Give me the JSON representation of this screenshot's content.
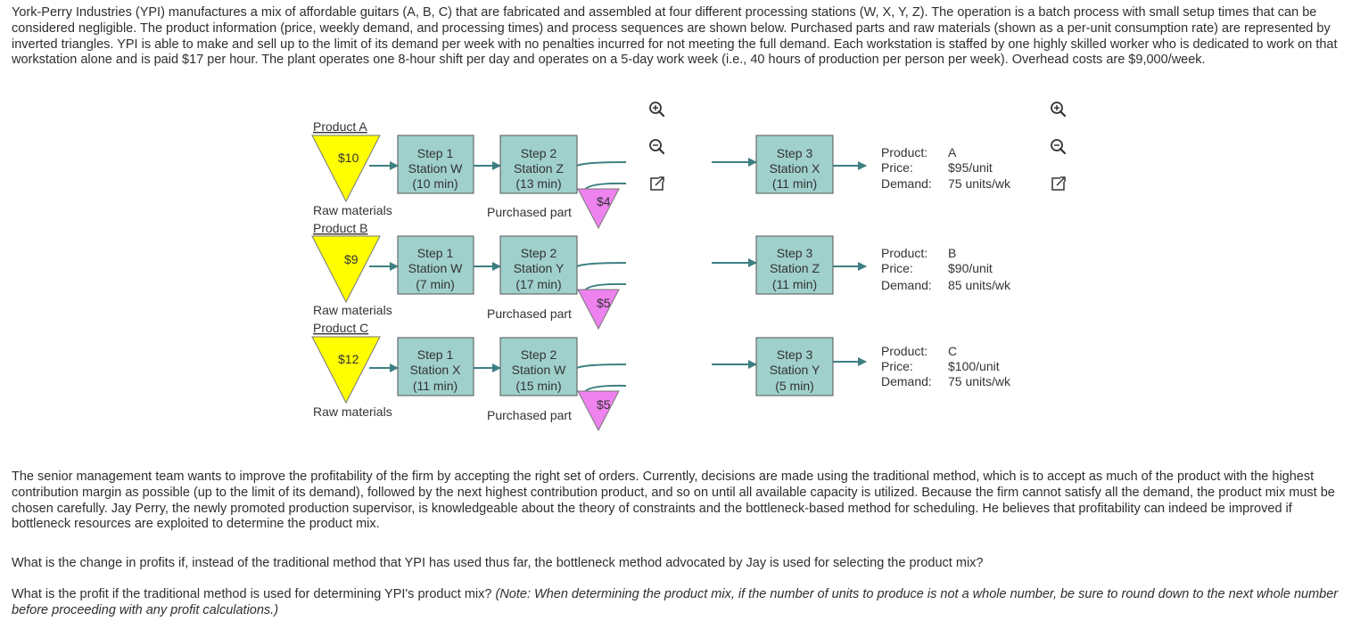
{
  "intro": "York-Perry Industries (YPI) manufactures a mix of affordable guitars (A, B, C) that are fabricated and assembled at four different processing stations (W, X, Y, Z). The operation is a batch process with small setup times that can be considered negligible. The product information (price, weekly demand, and processing times) and process sequences are shown below. Purchased parts and raw materials (shown as a per-unit consumption rate) are represented by inverted triangles. YPI is able to make and sell up to the limit of its demand per week with no penalties incurred for not meeting the full demand. Each workstation is staffed by one highly skilled worker who is dedicated to work on that workstation alone and is paid $17 per hour. The plant operates one 8-hour shift per day and operates on a 5-day work week (i.e., 40 hours of production per person per week). Overhead costs are $9,000/week.",
  "products": [
    {
      "label": "Product A",
      "raw_cost": "$10",
      "raw_label": "Raw materials",
      "step1": {
        "line1": "Step 1",
        "line2": "Station W",
        "line3": "(10 min)"
      },
      "step2": {
        "line1": "Step 2",
        "line2": "Station Z",
        "line3": "(13 min)"
      },
      "part_cost": "$4",
      "part_label": "Purchased part",
      "step3": {
        "line1": "Step 3",
        "line2": "Station X",
        "line3": "(11 min)"
      },
      "info": {
        "product_key": "Product:",
        "product": "A",
        "price_key": "Price:",
        "price": "$95/unit",
        "demand_key": "Demand:",
        "demand": "75 units/wk"
      }
    },
    {
      "label": "Product B",
      "raw_cost": "$9",
      "raw_label": "Raw materials",
      "step1": {
        "line1": "Step 1",
        "line2": "Station W",
        "line3": "(7 min)"
      },
      "step2": {
        "line1": "Step 2",
        "line2": "Station Y",
        "line3": "(17 min)"
      },
      "part_cost": "$5",
      "part_label": "Purchased part",
      "step3": {
        "line1": "Step 3",
        "line2": "Station Z",
        "line3": "(11 min)"
      },
      "info": {
        "product_key": "Product:",
        "product": "B",
        "price_key": "Price:",
        "price": "$90/unit",
        "demand_key": "Demand:",
        "demand": "85 units/wk"
      }
    },
    {
      "label": "Product C",
      "raw_cost": "$12",
      "raw_label": "Raw materials",
      "step1": {
        "line1": "Step 1",
        "line2": "Station X",
        "line3": "(11 min)"
      },
      "step2": {
        "line1": "Step 2",
        "line2": "Station W",
        "line3": "(15 min)"
      },
      "part_cost": "$5",
      "part_label": "Purchased part",
      "step3": {
        "line1": "Step 3",
        "line2": "Station Y",
        "line3": "(5 min)"
      },
      "info": {
        "product_key": "Product:",
        "product": "C",
        "price_key": "Price:",
        "price": "$100/unit",
        "demand_key": "Demand:",
        "demand": "75 units/wk"
      }
    }
  ],
  "colors": {
    "station_fill": "#9fd0cc",
    "raw_fill": "#ffff00",
    "part_fill": "#ee82ee",
    "arrow": "#3d7f82"
  },
  "icons": [
    "zoom-in-icon",
    "zoom-out-icon",
    "popout-icon"
  ],
  "body2": "The senior management team wants to improve the profitability of the firm by accepting the right set of orders. Currently, decisions are made using the traditional method, which is to accept as much of the product with the highest contribution margin as possible (up to the limit of its demand), followed by the next highest contribution product, and so on until all available capacity is utilized. Because the firm cannot satisfy all the demand, the product mix must be chosen carefully. Jay Perry, the newly promoted production supervisor, is knowledgeable about the theory of constraints and the bottleneck-based method for scheduling. He believes that profitability can indeed be improved if bottleneck resources are exploited to determine the product mix.",
  "question1": "What is the change in profits if, instead of the traditional method that YPI has used thus far, the bottleneck method advocated by Jay is used for selecting the product mix?",
  "question2_main": "What is the profit if the traditional method is used for determining YPI's product mix?",
  "question2_note": "(Note: When determining the product mix, if the number of units to produce is not a whole number, be sure to round down to the next whole number before proceeding with any profit calculations.)"
}
